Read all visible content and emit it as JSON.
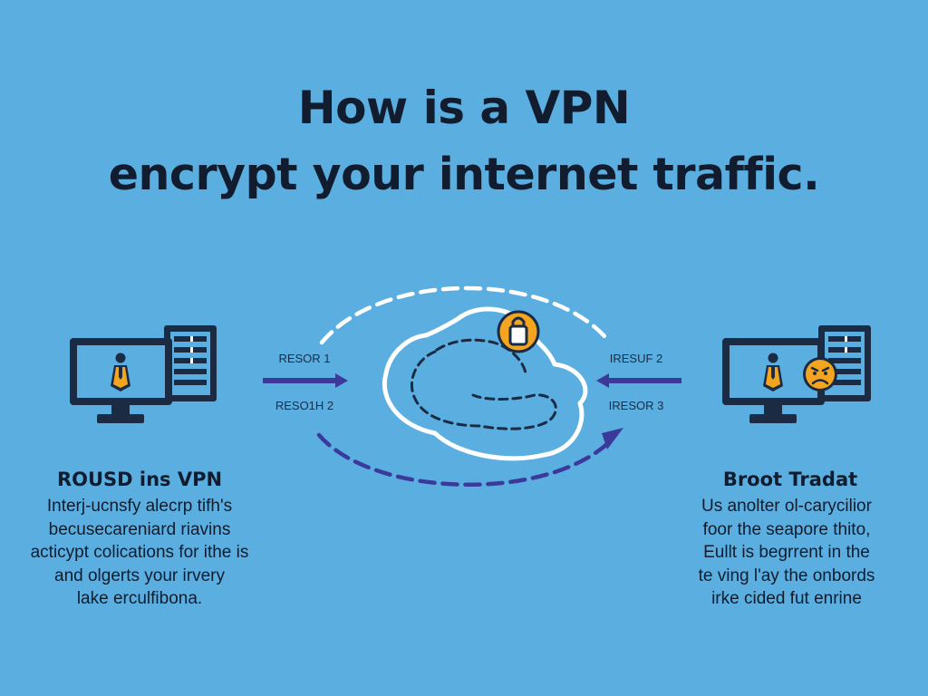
{
  "colors": {
    "background": "#5aaee0",
    "ink": "#111c2e",
    "navy": "#1c2b44",
    "accent_purple": "#3b3a9a",
    "accent_orange": "#f4a520",
    "white": "#ffffff"
  },
  "title": {
    "line1": "How is a VPN",
    "line2": "encrypt your internet traffic."
  },
  "left": {
    "heading": "ROUSD ins VPN",
    "body_lines": [
      "Interj-ucnsfy alecrp tifh's",
      "becusecareniard riavins",
      "acticypt colications for ithe is",
      "and olgerts your irvery",
      "lake erculfibona."
    ],
    "arrow_label_top": "RESOR 1",
    "arrow_label_bottom": "RESO1H 2"
  },
  "right": {
    "heading": "Broot Tradat",
    "body_lines": [
      "Us anolter ol-carycilior",
      "foor the seapore thito,",
      "Eullt is begrrent in the",
      "te ving l'ay the onbords",
      "irke cided fut enrine"
    ],
    "arrow_label_top": "IRESUF 2",
    "arrow_label_bottom": "IRESOR 3"
  },
  "icons": {
    "left_computer": "desktop-computer-icon",
    "left_server": "server-tower-icon",
    "left_user": "user-tie-icon",
    "right_computer": "desktop-computer-icon",
    "right_server": "server-tower-icon",
    "right_user": "user-tie-icon",
    "right_badge": "angry-face-badge-icon",
    "cloud": "cloud-icon",
    "lock": "padlock-badge-icon"
  }
}
